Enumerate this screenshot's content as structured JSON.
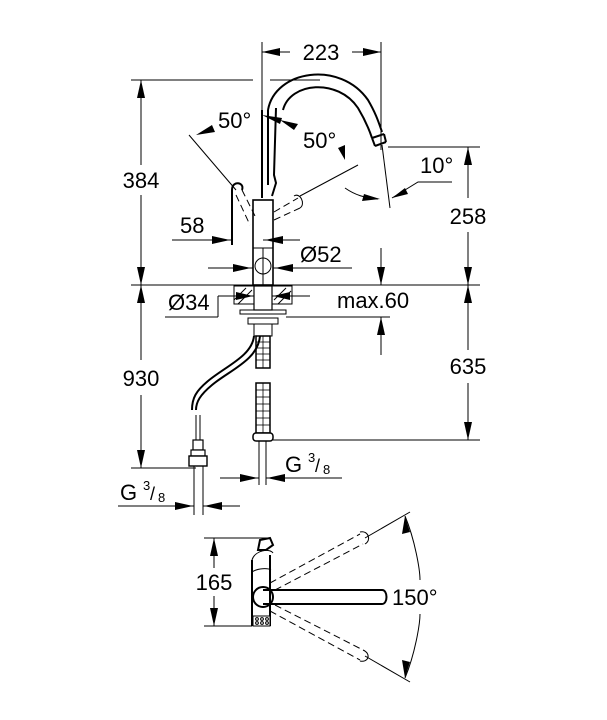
{
  "drawing": {
    "colors": {
      "line": "#000000",
      "background": "#ffffff"
    },
    "dimensions": {
      "spout_reach": "223",
      "total_height": "384",
      "lever_angle_left": "50°",
      "lever_angle_right": "50°",
      "spout_tilt": "10°",
      "spout_outlet_height": "258",
      "lever_offset": "58",
      "body_diameter": "Ø52",
      "hole_diameter": "Ø34",
      "max_deck_thickness": "max.60",
      "hose_length_left": "930",
      "hose_length_right": "635",
      "connection_left_base": "G",
      "connection_left_num": "3",
      "connection_left_den": "8",
      "connection_right_base": "G",
      "connection_right_num": "3",
      "connection_right_den": "8",
      "top_view_height": "165",
      "swivel_angle": "150°"
    }
  }
}
